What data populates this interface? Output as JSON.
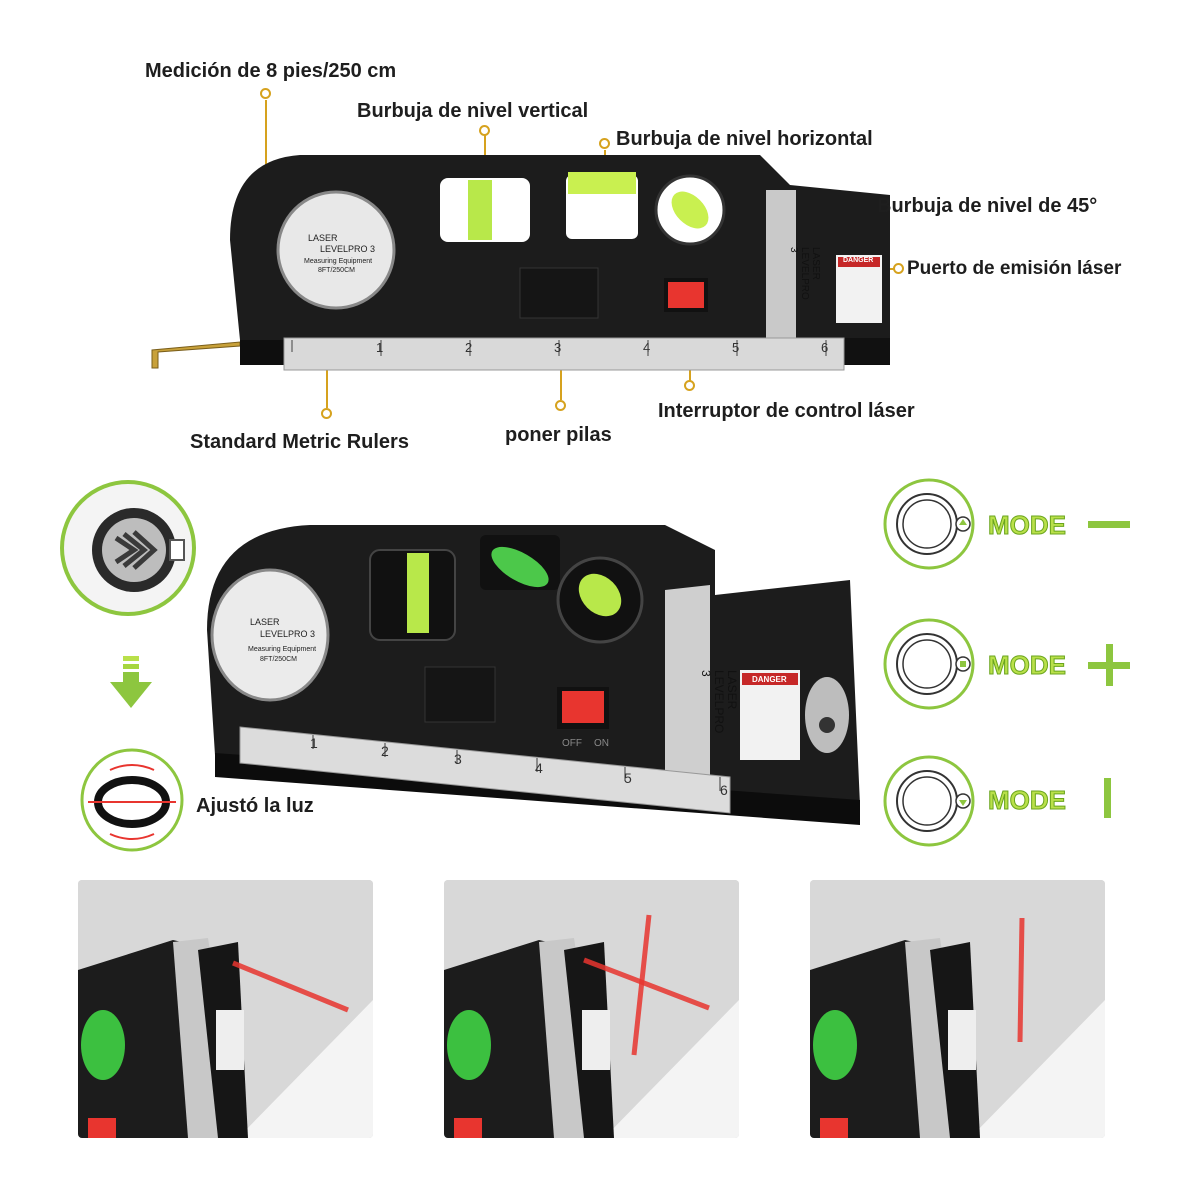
{
  "callouts": {
    "measure": "Medición de 8 pies/250 cm",
    "vertical_bubble": "Burbuja de nivel vertical",
    "horizontal_bubble": "Burbuja de nivel horizontal",
    "bubble_45": "Burbuja de nivel de 45°",
    "laser_port": "Puerto de emisión láser",
    "laser_switch": "Interruptor de control láser",
    "batteries": "poner pilas",
    "rulers": "Standard Metric Rulers",
    "adjust_light": "Ajustó la luz"
  },
  "device": {
    "dial_line1": "LASER",
    "dial_line2": "LEVELPRO 3",
    "dial_line3": "Measuring Equipment",
    "dial_line4": "8FT/250CM",
    "side_brand_1": "LASER",
    "side_brand_2": "LEVELPRO",
    "side_brand_3": "3",
    "danger": "DANGER",
    "switch_off": "OFF",
    "switch_on": "ON",
    "ruler_marks": [
      "1",
      "2",
      "3",
      "4",
      "5",
      "6"
    ]
  },
  "modes": [
    {
      "label": "MODE",
      "symbol": "—"
    },
    {
      "label": "MODE",
      "symbol": "+"
    },
    {
      "label": "MODE",
      "symbol": "|"
    }
  ],
  "colors": {
    "accent_green": "#8dc63f",
    "callout_gold": "#d6a21e",
    "laser_red": "#e8352f",
    "device_black": "#1c1c1c"
  }
}
